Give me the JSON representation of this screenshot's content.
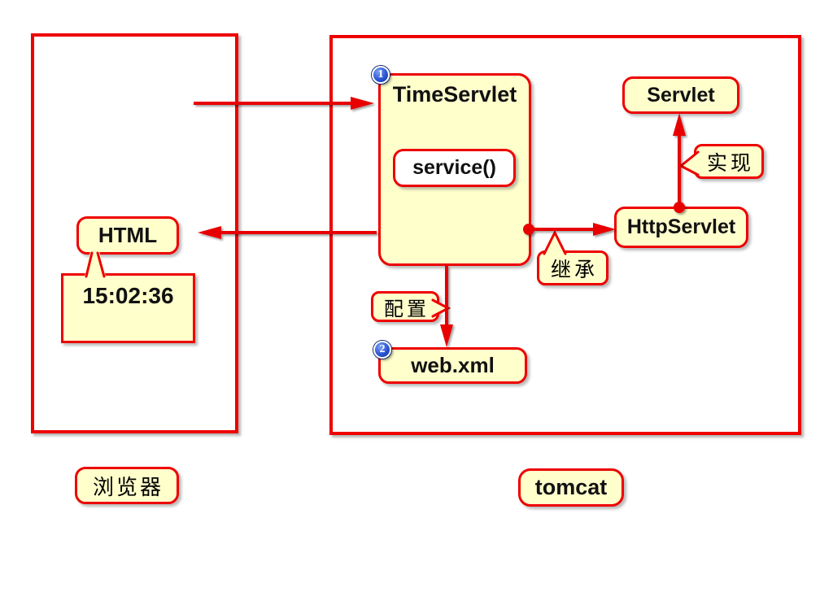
{
  "containers": {
    "browser": {
      "label": "浏览器"
    },
    "tomcat": {
      "label": "tomcat"
    }
  },
  "nodes": {
    "timeservlet": {
      "label": "TimeServlet",
      "badge": "1"
    },
    "service": {
      "label": "service()"
    },
    "servlet": {
      "label": "Servlet"
    },
    "httpservlet": {
      "label": "HttpServlet"
    },
    "webxml": {
      "label": "web.xml",
      "badge": "2"
    },
    "html": {
      "label": "HTML"
    },
    "time_note": {
      "value": "15:02:36"
    }
  },
  "callouts": {
    "implement": {
      "label": "实现"
    },
    "inherit": {
      "label": "继承"
    },
    "configure": {
      "label": "配置"
    }
  },
  "colors": {
    "line_red": "#ee0000",
    "node_yellow": "#ffffcc",
    "badge_blue": "#2b55d4"
  }
}
